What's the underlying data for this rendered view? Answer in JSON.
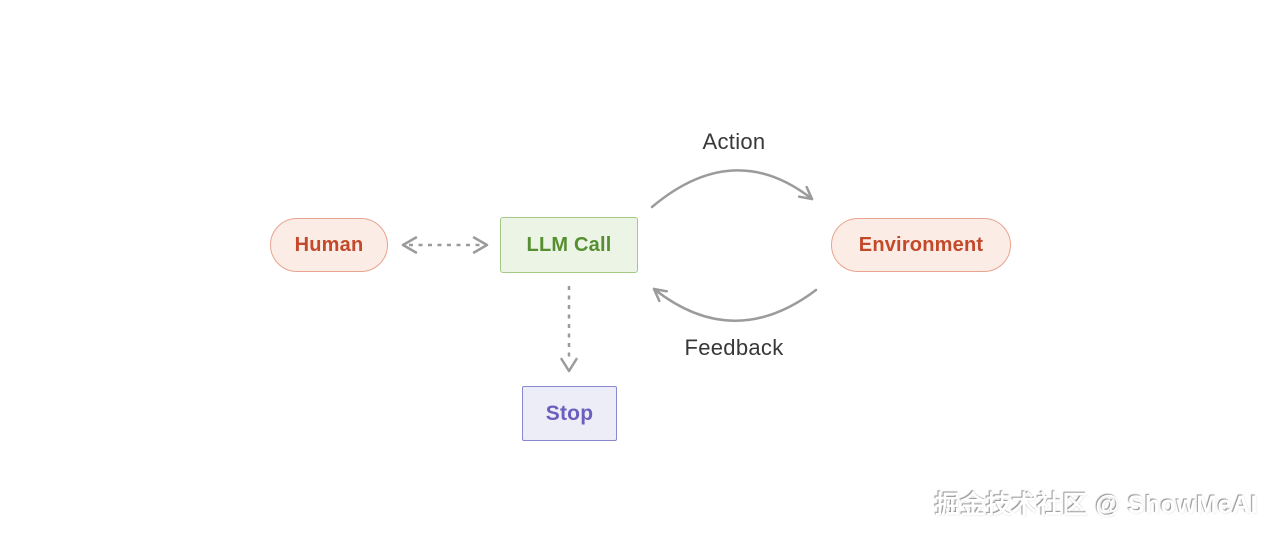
{
  "diagram": {
    "nodes": [
      {
        "id": "human",
        "label": "Human",
        "shape": "pill",
        "text_color": "#c2492a",
        "fill": "#fcece6",
        "border": "#e9a490"
      },
      {
        "id": "llm-call",
        "label": "LLM Call",
        "shape": "rect",
        "text_color": "#568f31",
        "fill": "#ecf4e5",
        "border": "#a3c985"
      },
      {
        "id": "environment",
        "label": "Environment",
        "shape": "pill",
        "text_color": "#c2492a",
        "fill": "#fcece6",
        "border": "#e9a490"
      },
      {
        "id": "stop",
        "label": "Stop",
        "shape": "rect",
        "text_color": "#6b5fbe",
        "fill": "#ededf8",
        "border": "#8888cf"
      }
    ],
    "edges": [
      {
        "from": "llm-call",
        "to": "environment",
        "label": "Action",
        "style": "solid-curve"
      },
      {
        "from": "environment",
        "to": "llm-call",
        "label": "Feedback",
        "style": "solid-curve"
      },
      {
        "from": "human",
        "to": "llm-call",
        "label": "",
        "style": "dashed-bidirectional"
      },
      {
        "from": "llm-call",
        "to": "stop",
        "label": "",
        "style": "dashed-down"
      }
    ],
    "arrow_color": "#9b9b9b",
    "edge_label_color": "#383838",
    "background": "#ffffff"
  },
  "watermark": {
    "text": "掘金技术社区 @ ShowMeAI"
  }
}
